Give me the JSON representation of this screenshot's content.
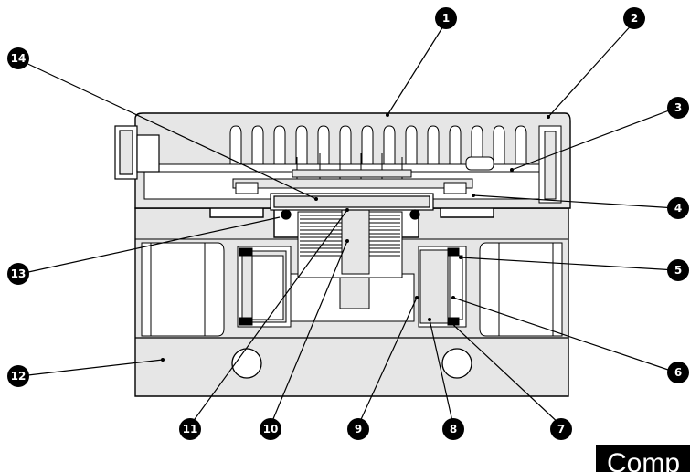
{
  "diagram": {
    "colors": {
      "body_fill": "#e6e6e6",
      "line": "#000000",
      "white": "#ffffff",
      "callout_fill": "#000000"
    },
    "callouts": [
      {
        "id": "c1",
        "label": "1"
      },
      {
        "id": "c2",
        "label": "2"
      },
      {
        "id": "c3",
        "label": "3"
      },
      {
        "id": "c4",
        "label": "4"
      },
      {
        "id": "c5",
        "label": "5"
      },
      {
        "id": "c6",
        "label": "6"
      },
      {
        "id": "c7",
        "label": "7"
      },
      {
        "id": "c8",
        "label": "8"
      },
      {
        "id": "c9",
        "label": "9"
      },
      {
        "id": "c10",
        "label": "10"
      },
      {
        "id": "c11",
        "label": "11"
      },
      {
        "id": "c12",
        "label": "12"
      },
      {
        "id": "c13",
        "label": "13"
      },
      {
        "id": "c14",
        "label": "14"
      }
    ],
    "corner_text": "Comp"
  }
}
